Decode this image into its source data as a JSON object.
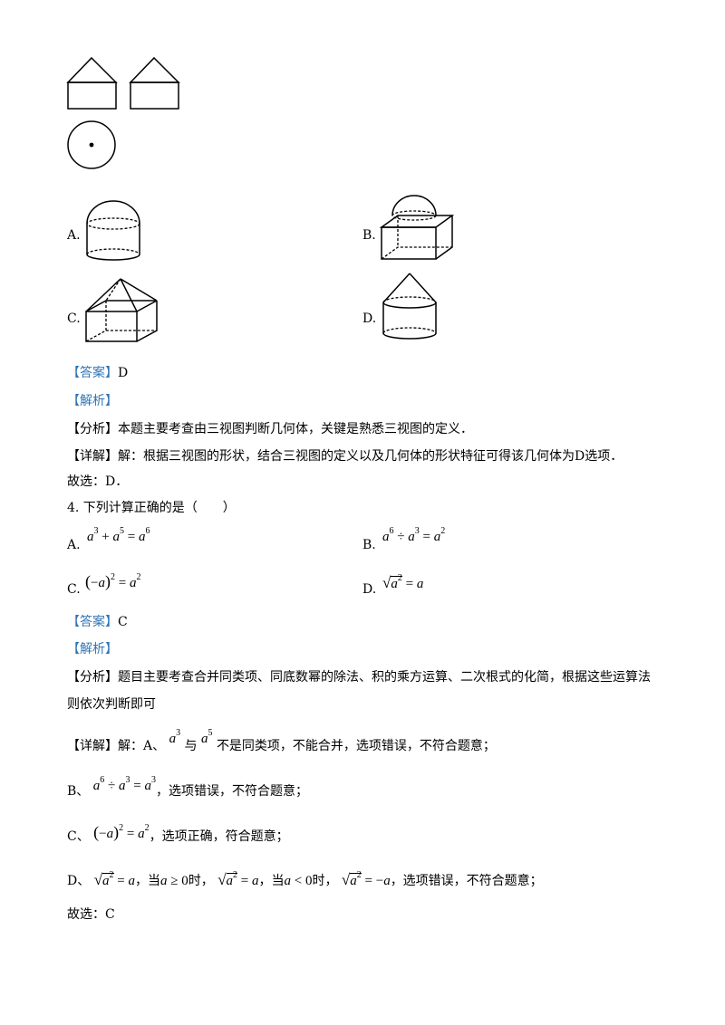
{
  "q3": {
    "options": [
      "A.",
      "B.",
      "C.",
      "D."
    ],
    "answer_tag": "【答案】",
    "answer": "D",
    "analysis_tag": "【解析】",
    "analysis_head": "【分析】",
    "analysis": "本题主要考查由三视图判断几何体，关键是熟悉三视图的定义．",
    "detail_head": "【详解】",
    "detail": "解：根据三视图的形状，结合三视图的定义以及几何体的形状特征可得该几何体为D选项．",
    "conclusion": "故选：D．"
  },
  "q4": {
    "stem": "4. 下列计算正确的是（　　）",
    "A": "A.",
    "B": "B.",
    "C": "C.",
    "D": "D.",
    "answer_tag": "【答案】",
    "answer": "C",
    "analysis_tag": "【解析】",
    "analysis_head": "【分析】",
    "analysis_line1": "题目主要考查合并同类项、同底数幂的除法、积的乘方运算、二次根式的化简，根据这些运算法",
    "analysis_line2": "则依次判断即可",
    "detail_head": "【详解】",
    "detail_a_prefix": "解：A、",
    "detail_a_and": "与",
    "detail_a_text": "不是同类项，不能合并，选项错误，不符合题意；",
    "detail_b_prefix": "B、",
    "detail_b_text": "，选项错误，不符合题意；",
    "detail_c_prefix": "C、",
    "detail_c_text": "，选项正确，符合题意；",
    "detail_d_prefix": "D、",
    "detail_d_when1": "，当",
    "detail_d_time1": "时，",
    "detail_d_when2": "，当",
    "detail_d_time2": "时，",
    "detail_d_text": "，选项错误，不符合题意；",
    "conclusion": "故选：C"
  }
}
